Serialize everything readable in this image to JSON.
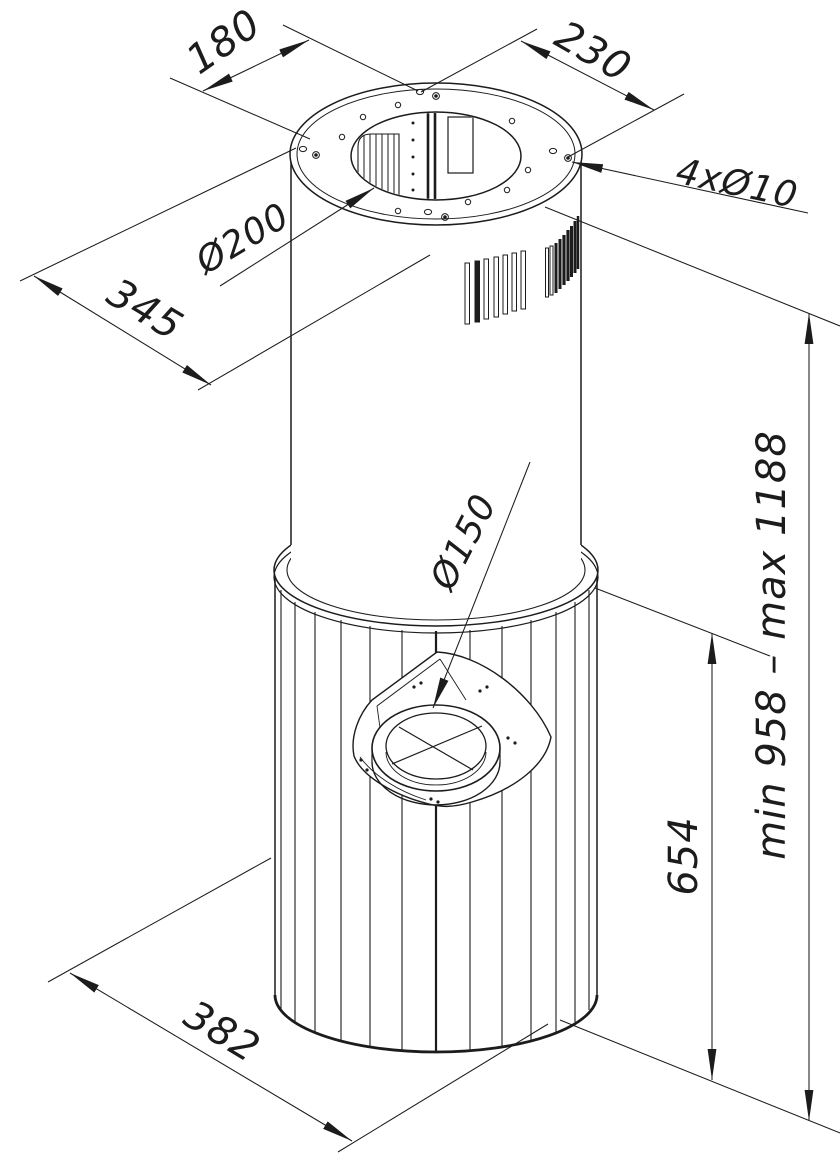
{
  "page": {
    "background": "#ffffff",
    "ink": "#1c1c1c"
  },
  "dimensions": {
    "d180": "180",
    "d230": "230",
    "holes4x10": "4xØ10",
    "dia200": "Ø200",
    "d345": "345",
    "dia150": "Ø150",
    "d654": "654",
    "height_range": "min 958 – max 1188",
    "d382": "382"
  }
}
